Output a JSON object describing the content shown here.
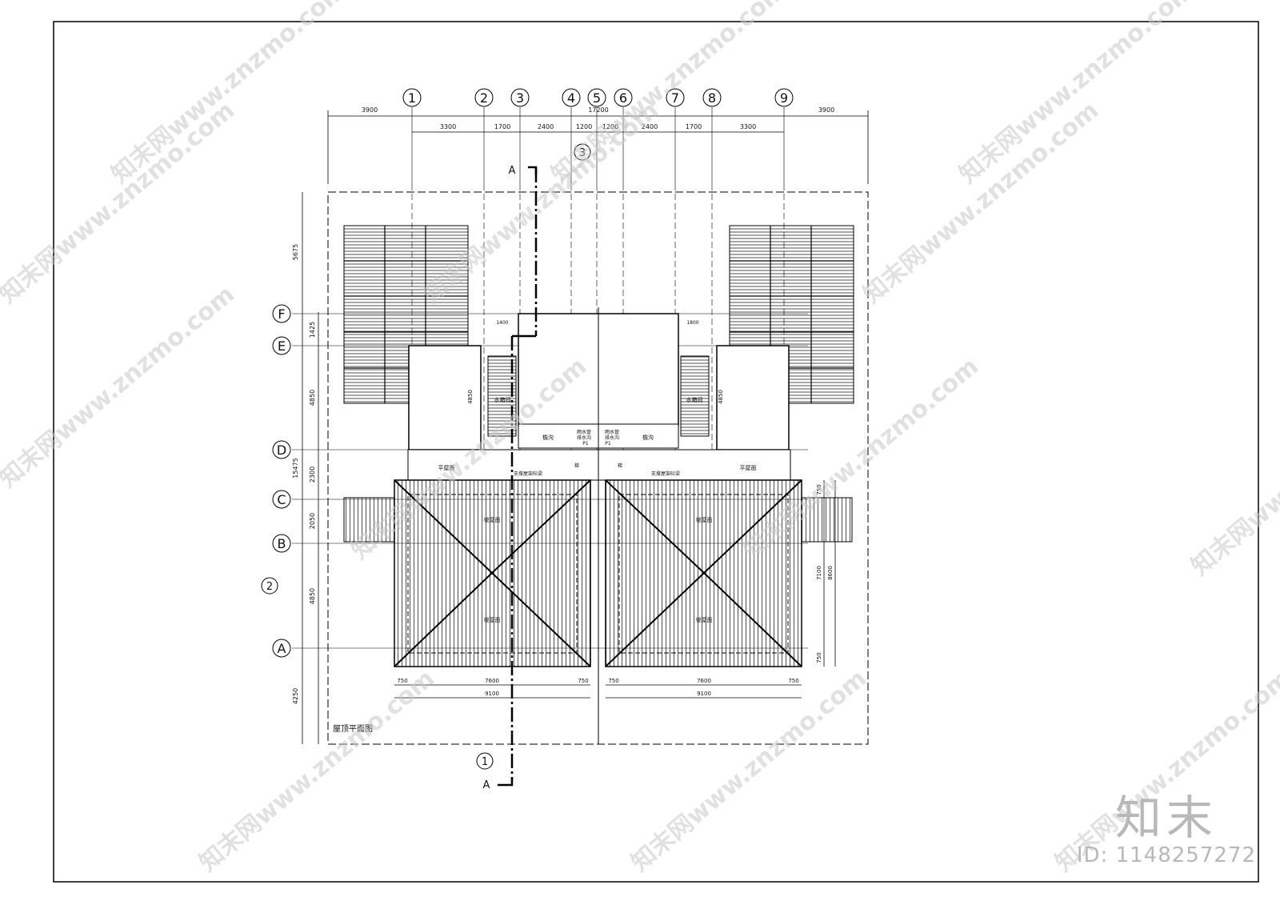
{
  "sheet": {
    "title": "屋顶平面图",
    "axes_vertical": [
      "1",
      "2",
      "3",
      "4",
      "5",
      "6",
      "7",
      "8",
      "9"
    ],
    "axes_horizontal": [
      "F",
      "E",
      "D",
      "C",
      "B",
      "A"
    ],
    "top_dims_outer": [
      "3900",
      "17200",
      "3900"
    ],
    "top_dims_inner": [
      "3300",
      "1700",
      "2400",
      "1200",
      "1200",
      "2400",
      "1700",
      "3300"
    ],
    "left_dims_outer": [
      "5675",
      "15475",
      "4250"
    ],
    "left_dims_inner": [
      "1425",
      "4850",
      "2300",
      "2050",
      "4850"
    ],
    "right_dims": [
      "750",
      "7100",
      "8600",
      "750"
    ],
    "bottom_dims_left": [
      "750",
      "7600",
      "750",
      "9100"
    ],
    "bottom_dims_right": [
      "750",
      "7600",
      "750",
      "9100"
    ],
    "section_mark": "A",
    "index_marks": [
      "3",
      "2",
      "1"
    ],
    "labels": {
      "roof_slope": "坡屋面",
      "flat_roof": "平屋面",
      "water_tank": "水箱间",
      "stair": "梯",
      "gutter": "檐沟",
      "downpipe_1": "雨水管",
      "downpipe_2": "排水沟",
      "p1": "P1",
      "note_left": "支撑屋架砼梁",
      "note_right": "支撑屋架砼梁",
      "dim_4850": "4850",
      "dim_1400": "1400",
      "dim_1800": "1800",
      "dim_750": "750"
    }
  },
  "branding": {
    "logo_text": "知末",
    "id_text": "ID: 1148257272",
    "watermark": "知末网www.znzmo.com"
  }
}
